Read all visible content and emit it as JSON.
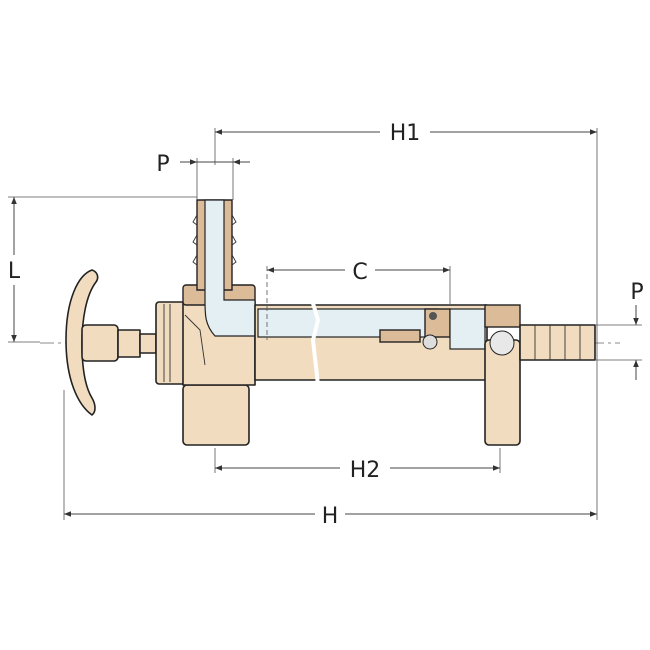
{
  "dimensions": {
    "h1": "H1",
    "p_top": "P",
    "l": "L",
    "c": "C",
    "p_right": "P",
    "h2": "H2",
    "h": "H"
  },
  "colors": {
    "body": "#f1dcc0",
    "body_dark": "#dcbb98",
    "bore": "#e4eff3",
    "line": "#222222"
  }
}
